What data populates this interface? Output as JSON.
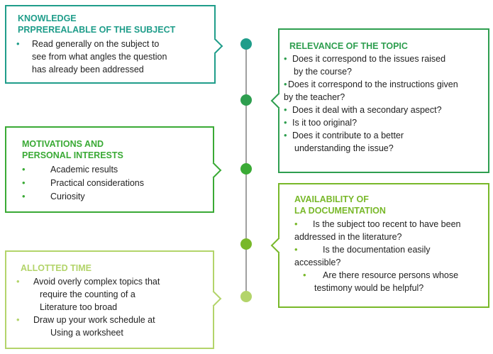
{
  "colors": {
    "teal": "#1f9d8a",
    "green_mid": "#2e9e4f",
    "green_bright": "#3aaa35",
    "green_lime": "#78b829",
    "green_pale": "#b3d46a",
    "spine": "#a0a0a0"
  },
  "boxes": {
    "knowledge": {
      "title_line1": "KNOWLEDGE",
      "title_line2": "PRPREREALABLE OF THE SUBJECT",
      "bullet": "•",
      "items": [
        {
          "lines": [
            "Read generally on the subject to",
            "see from what angles the question",
            "has already been addressed"
          ]
        }
      ]
    },
    "relevance": {
      "title": "RELEVANCE OF THE TOPIC",
      "bullet": "•",
      "items": [
        {
          "line1": "Does it correspond to the issues raised",
          "line2": "by the course?"
        },
        {
          "line1": "Does it correspond to the instructions given",
          "line2": "by the teacher?"
        },
        {
          "line1": "Does it deal with a secondary aspect?",
          "line2": ""
        },
        {
          "line1": "Is it too original?",
          "line2": ""
        },
        {
          "line1": "Does it contribute to a better",
          "line2": "understanding the issue?"
        }
      ]
    },
    "motivations": {
      "title_line1": "MOTIVATIONS AND",
      "title_line2": "PERSONAL INTERESTS",
      "bullet": "•",
      "items": [
        "Academic results",
        "Practical considerations",
        "Curiosity"
      ]
    },
    "availability": {
      "title_line1": "AVAILABILITY OF",
      "title_line2": "LA DOCUMENTATION",
      "bullet": "•",
      "items": [
        {
          "line1": "Is the subject too recent to have been",
          "line2": "addressed in the literature?"
        },
        {
          "line1": "Is the documentation easily",
          "line2": "accessible?"
        },
        {
          "line1": "Are there resource persons whose",
          "line2": "testimony would be helpful?"
        }
      ]
    },
    "time": {
      "title": "ALLOTTED TIME",
      "bullet": "•",
      "items": [
        {
          "lines": [
            "Avoid overly complex topics that",
            "require the counting of a",
            "Literature too broad"
          ]
        },
        {
          "lines": [
            "Draw up your work schedule at",
            "Using a worksheet"
          ]
        }
      ]
    }
  }
}
